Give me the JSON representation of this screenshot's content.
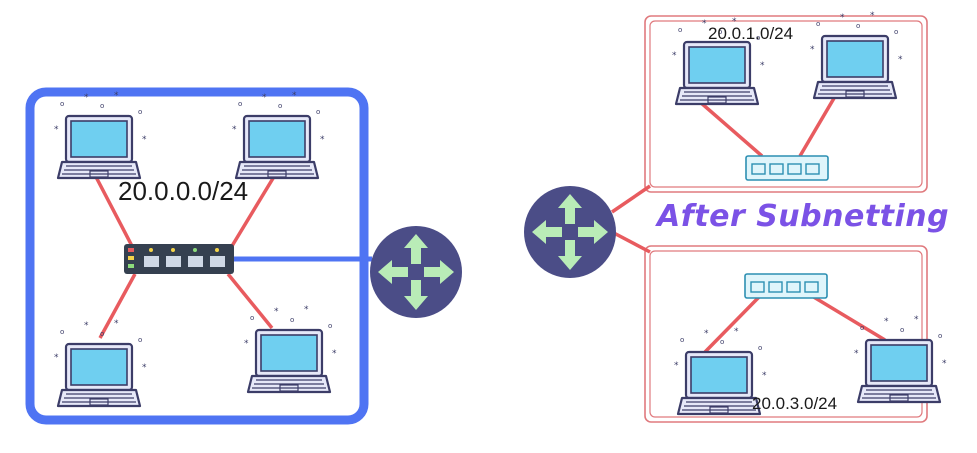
{
  "labels": {
    "main_network": "20.0.0.0/24",
    "subnet_1": "20.0.1.0/24",
    "subnet_3": "20.0.3.0/24",
    "after_subnetting": "After Subnetting"
  },
  "colors": {
    "main_border": "#4f74f3",
    "subnet_border": "#e07a7e",
    "link": "#e85b5f",
    "router": "#4b4d87",
    "router_arrow": "#b9ecb7",
    "laptop_screen": "#6fcff0",
    "laptop_body": "#e6e8f8",
    "laptop_outline": "#3c3d68",
    "switch_dark": "#354050",
    "switch_light": "#dff5fb",
    "accent_text": "#7b52e6"
  },
  "icons": {
    "router": "router-icon",
    "switch": "switch-icon",
    "laptop": "laptop-icon"
  }
}
